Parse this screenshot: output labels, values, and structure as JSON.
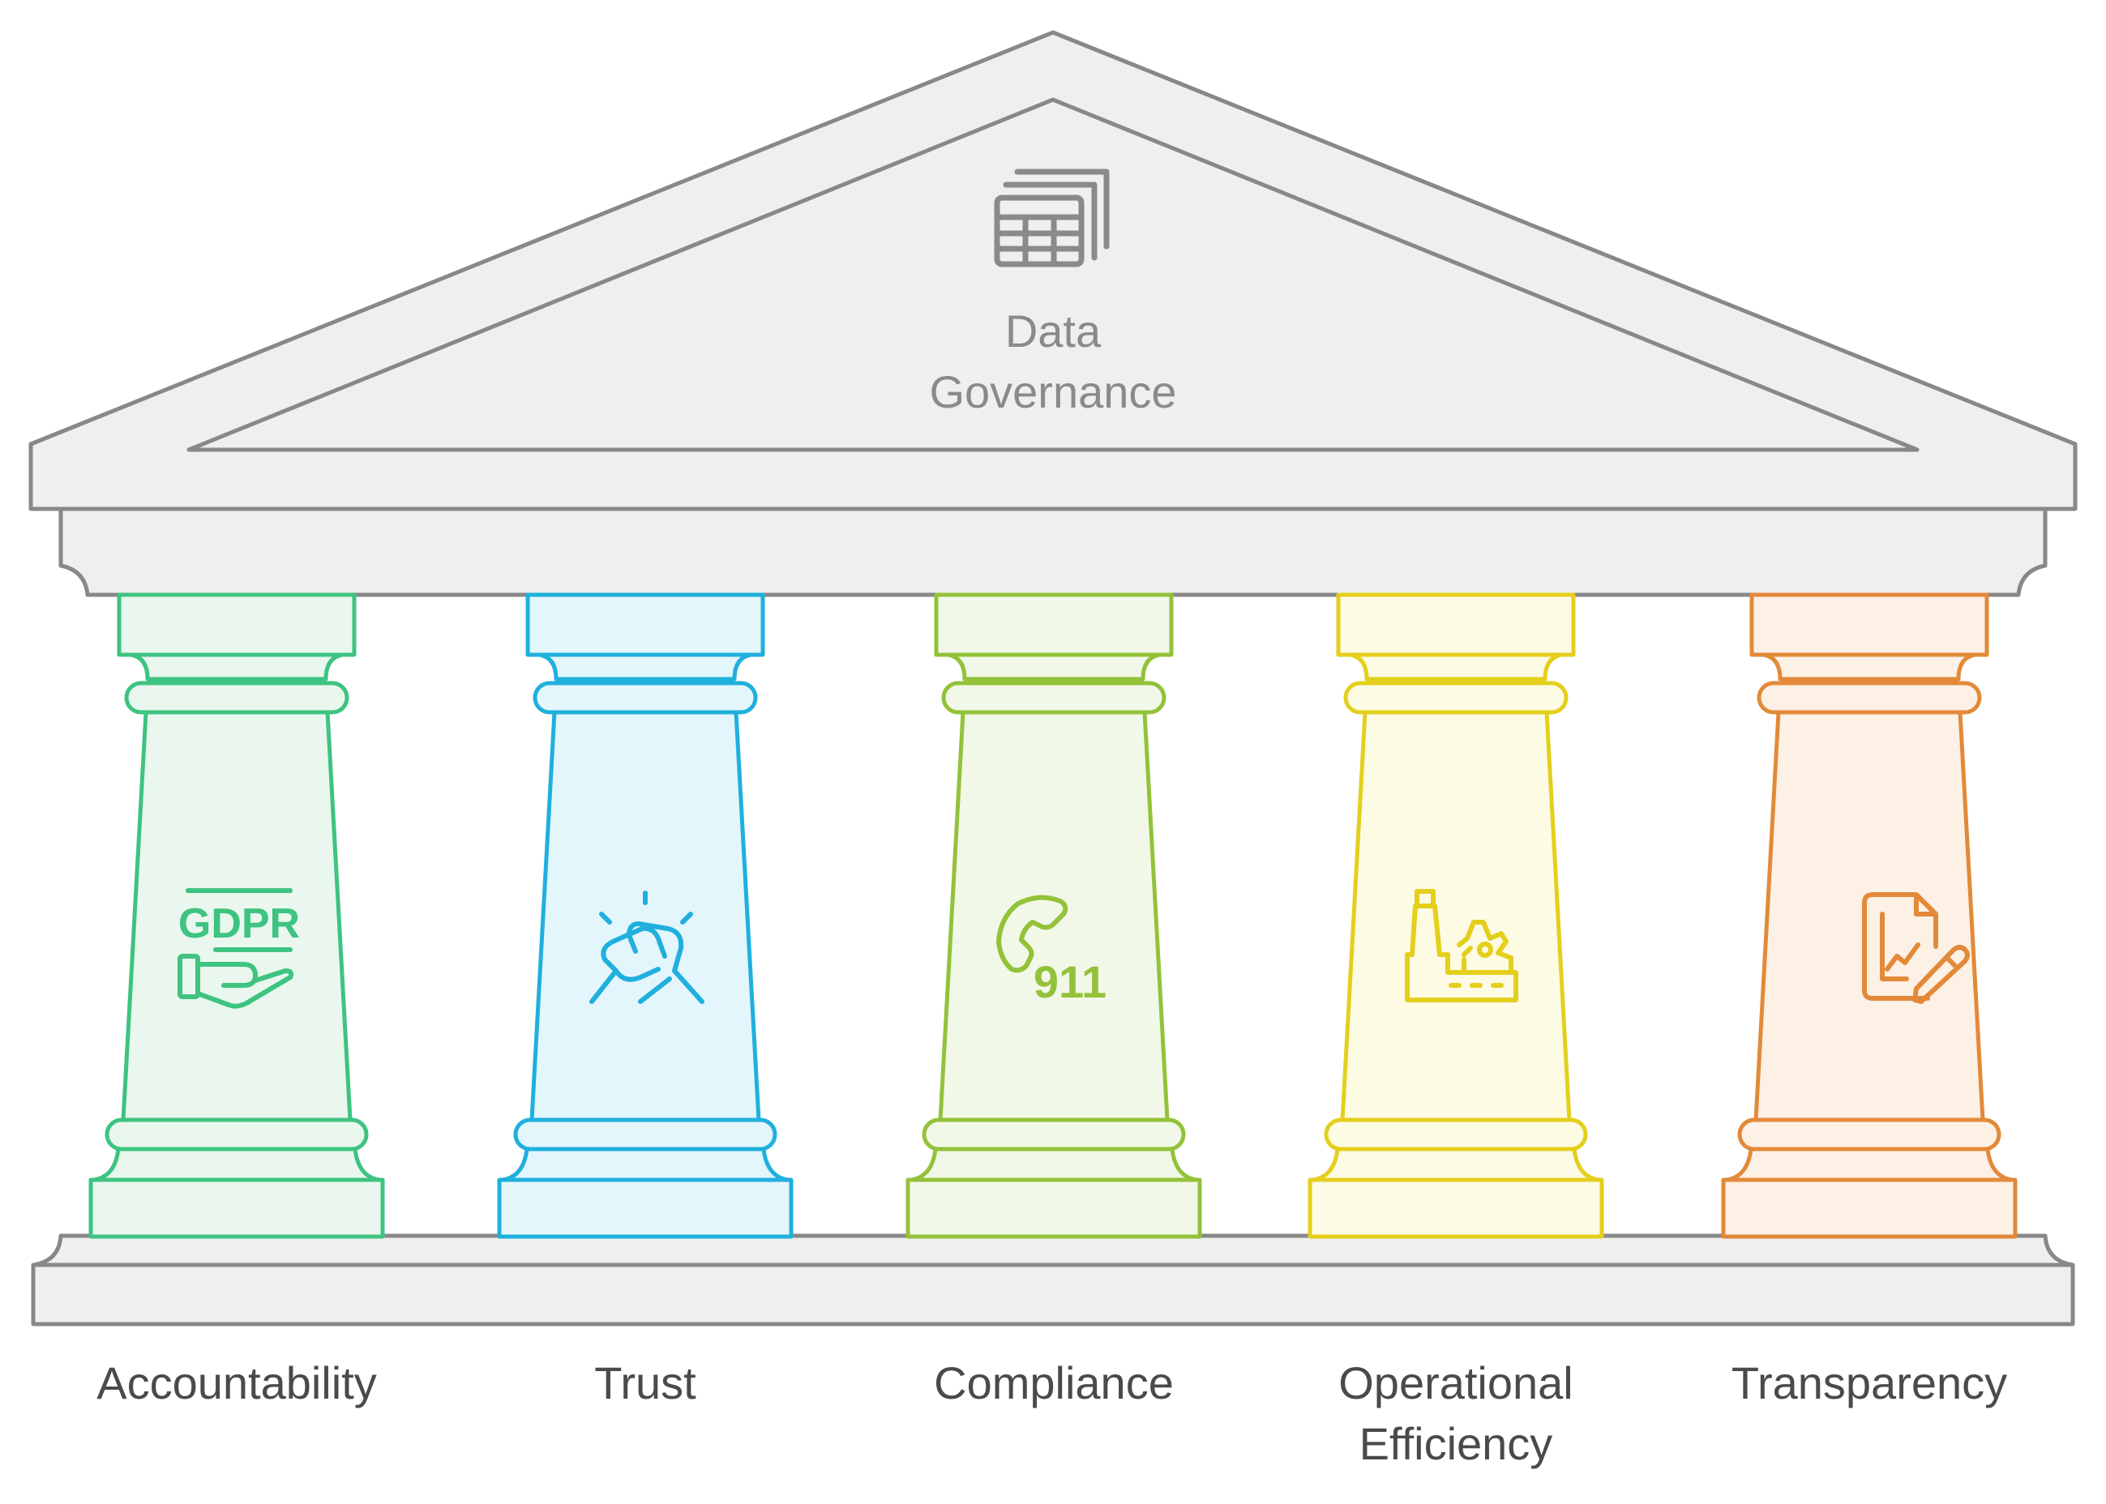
{
  "title": {
    "lines": [
      "Data",
      "Governance"
    ],
    "icon": "spreadsheet-stack-icon"
  },
  "colors": {
    "stone_fill": "#efefef",
    "stone_stroke": "#888888",
    "title_text": "#8a8a8a",
    "label_text": "#4a4a4a"
  },
  "pillars": [
    {
      "id": "accountability",
      "label_lines": [
        "Accountability"
      ],
      "icon": "gdpr-hand-icon",
      "icon_text": "GDPR",
      "stroke": "#3ec381",
      "fill": "#e9f7ee"
    },
    {
      "id": "trust",
      "label_lines": [
        "Trust"
      ],
      "icon": "handshake-icon",
      "icon_text": "",
      "stroke": "#1fb0dd",
      "fill": "#e3f6fc"
    },
    {
      "id": "compliance",
      "label_lines": [
        "Compliance"
      ],
      "icon": "emergency-phone-icon",
      "icon_text": "911",
      "stroke": "#93c23a",
      "fill": "#f2f8e8"
    },
    {
      "id": "operational-efficiency",
      "label_lines": [
        "Operational",
        "Efficiency"
      ],
      "icon": "factory-gear-icon",
      "icon_text": "",
      "stroke": "#e4cf1c",
      "fill": "#fdfbe4"
    },
    {
      "id": "transparency",
      "label_lines": [
        "Transparency"
      ],
      "icon": "report-edit-icon",
      "icon_text": "",
      "stroke": "#e28a3a",
      "fill": "#fdf0e5"
    }
  ]
}
